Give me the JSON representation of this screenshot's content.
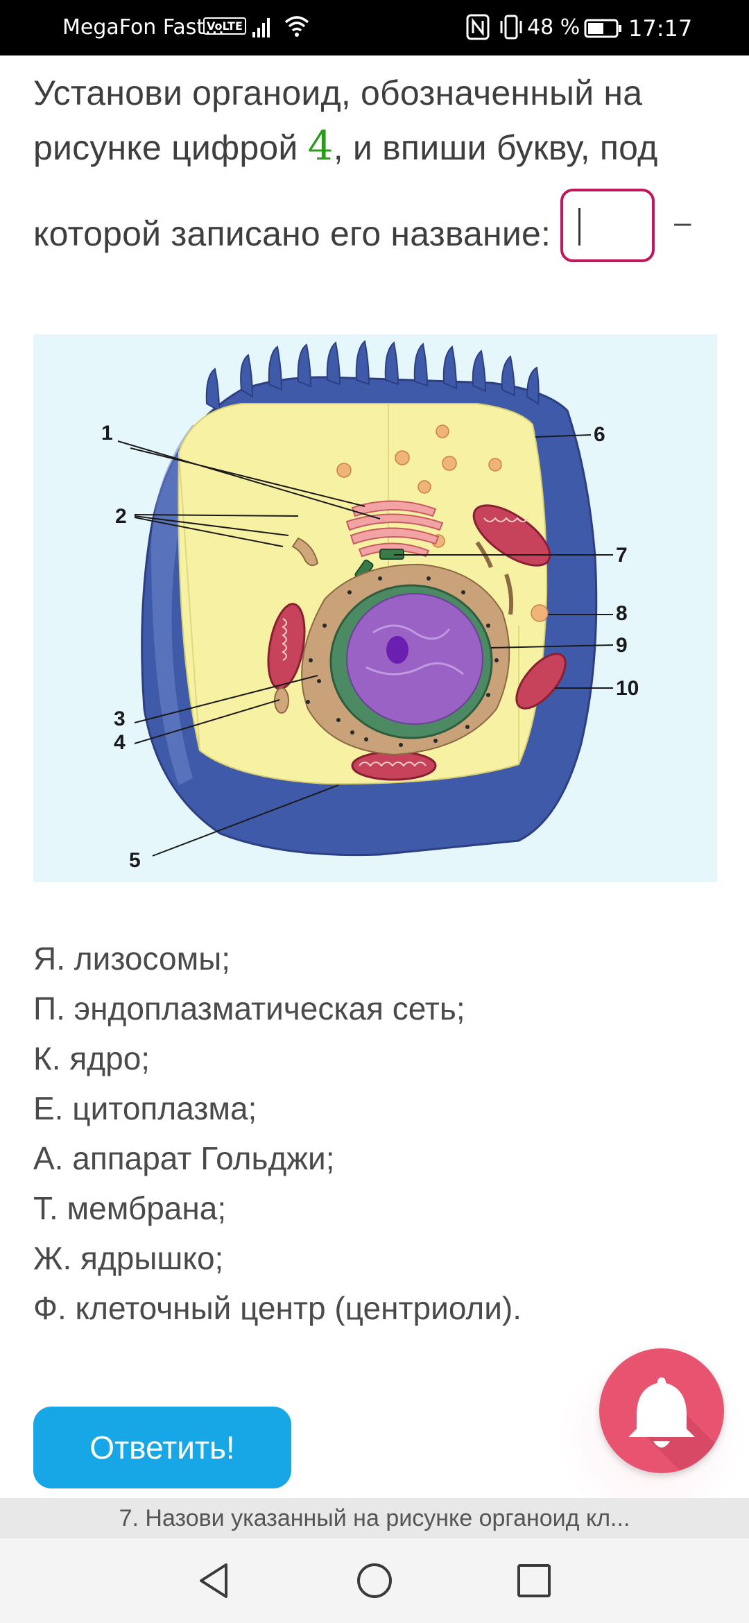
{
  "status_bar": {
    "carrier": "MegaFon Fast...",
    "volte": "VoLTE",
    "battery_percent": "48 %",
    "time": "17:17",
    "icons": [
      "signal-icon",
      "wifi-icon",
      "nfc-icon",
      "vibrate-icon",
      "battery-icon"
    ]
  },
  "question": {
    "part1": "Установи органоид, обозначенный на рисунке цифрой ",
    "number": "4",
    "part2": ", и впиши букву, под",
    "part3": "которой  записано его название:",
    "answer_value": "",
    "dash": "–"
  },
  "figure": {
    "labels": [
      "1",
      "2",
      "3",
      "4",
      "5",
      "6",
      "7",
      "8",
      "9",
      "10"
    ],
    "colors": {
      "membrane": "#3f5aa8",
      "cytoplasm": "#f7f1a3",
      "nucleus": "#9a62c4",
      "mitochondria": "#b83248",
      "er": "#c4a07a",
      "background": "#e6f7fb"
    }
  },
  "options": [
    "Я. лизосомы;",
    "П. эндоплазматическая сеть;",
    "К. ядро;",
    "Е. цитоплазма;",
    "А. аппарат Гольджи;",
    "Т. мембрана;",
    "Ж. ядрышко;",
    "Ф. клеточный центр (центриоли)."
  ],
  "buttons": {
    "submit_label": "Ответить!",
    "bell_icon": "bell-icon"
  },
  "next_task": "7. Назови указанный на рисунке органоид кл...",
  "nav": {
    "icons": [
      "back-icon",
      "home-icon",
      "recents-icon"
    ]
  }
}
